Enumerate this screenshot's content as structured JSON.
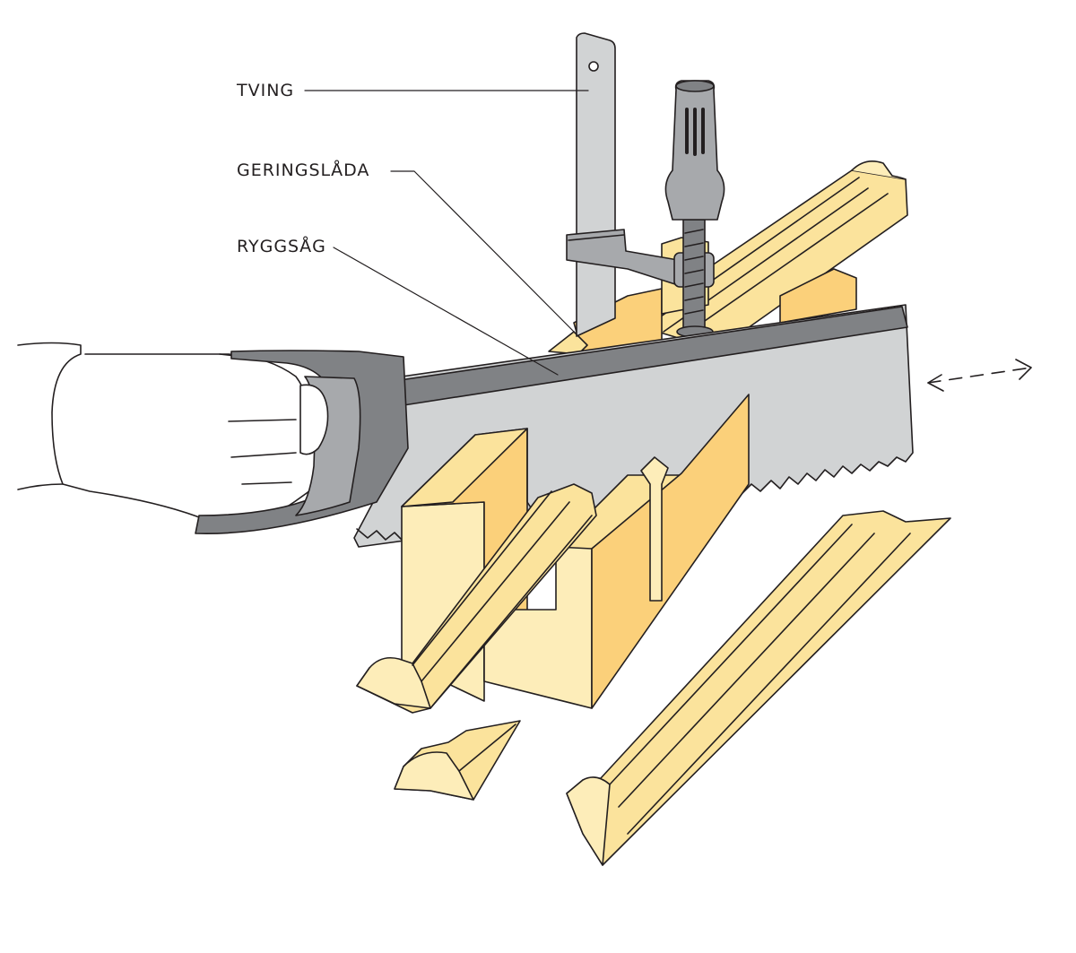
{
  "labels": {
    "clamp": "TVING",
    "miter_box": "GERINGSLÅDA",
    "backsaw": "RYGGSÅG"
  },
  "colors": {
    "wood_light": "#fdedb9",
    "wood_mid": "#fbe39c",
    "wood_dark": "#fbd07a",
    "metal_light": "#d1d3d4",
    "metal_mid": "#a7a9ac",
    "metal_dark": "#808285",
    "outline": "#231f20"
  },
  "icons": [
    "hand-icon",
    "saw-icon",
    "clamp-icon",
    "miter-box-icon",
    "molding-icon",
    "double-arrow-icon"
  ]
}
